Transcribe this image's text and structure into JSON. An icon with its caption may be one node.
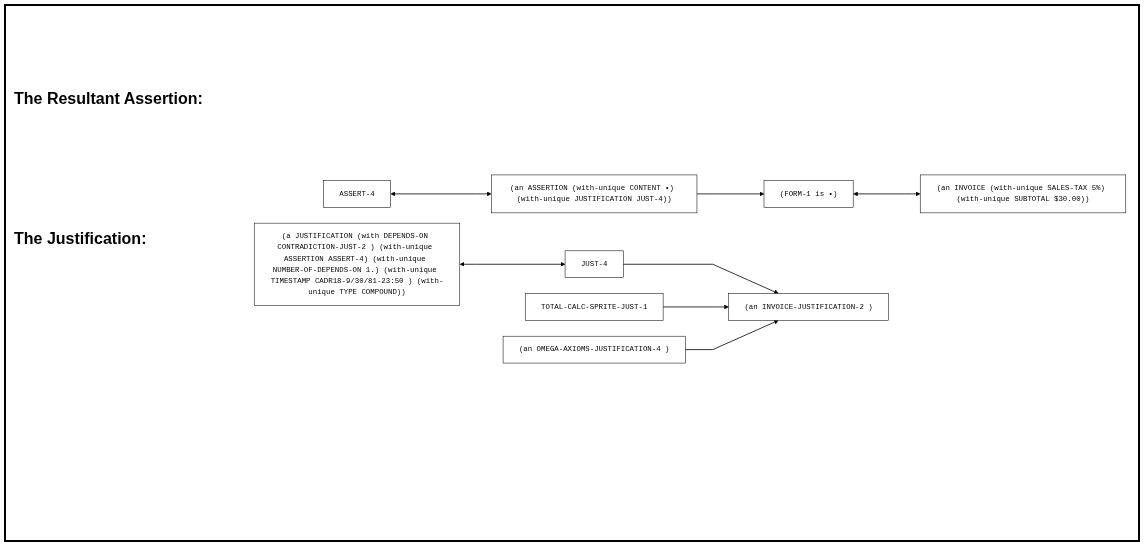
{
  "diagram": {
    "nodes": [
      {
        "text": [
          "ASSERT-4"
        ]
      },
      {
        "text": [
          "(FORM-1 is •)"
        ]
      },
      {
        "text": [
          "(an ASSERTION (with-unique CONTENT •) (with-unique JUSTIFICATION JUST-4))"
        ]
      },
      {
        "text": [
          "(an INVOICE (with-unique SALES-TAX 5%) (with-unique SUBTOTAL $30.00))"
        ]
      },
      {
        "text": [
          "(an INVOICE-JUSTIFICATION-2 )"
        ]
      },
      {
        "text": [
          "(a JUSTIFICATION (with DEPENDS-ON CONTRADICTION-JUST-2 ) (with-unique ASSERTION ASSERT-4) (with-unique NUMBER-OF-DEPENDS-ON 1.) (with-unique TIMESTAMP CADR18-9/30/81-23:50 ) (with-unique TYPE COMPOUND))"
        ]
      },
      {
        "text": [
          "JUST-4"
        ]
      },
      {
        "text": [
          "TOTAL-CALC-SPRITE-JUST-1"
        ]
      },
      {
        "text": [
          "(an OMEGA-AXIOMS-JUSTIFICATION-4 )"
        ]
      }
    ],
    "edges": [
      {
        "from": 0,
        "to": 2,
        "arrow": "both"
      },
      {
        "from": 2,
        "to": 1,
        "arrow": "to"
      },
      {
        "from": 1,
        "to": 3,
        "arrow": "both"
      },
      {
        "from": 6,
        "to": 4,
        "arrow": "to"
      },
      {
        "from": 7,
        "to": 4,
        "arrow": "to"
      },
      {
        "from": 8,
        "to": 4,
        "arrow": "to"
      },
      {
        "from": 5,
        "to": 6,
        "arrow": "both"
      }
    ],
    "labels": [
      "The Resultant Assertion:",
      "The Justification:"
    ]
  }
}
